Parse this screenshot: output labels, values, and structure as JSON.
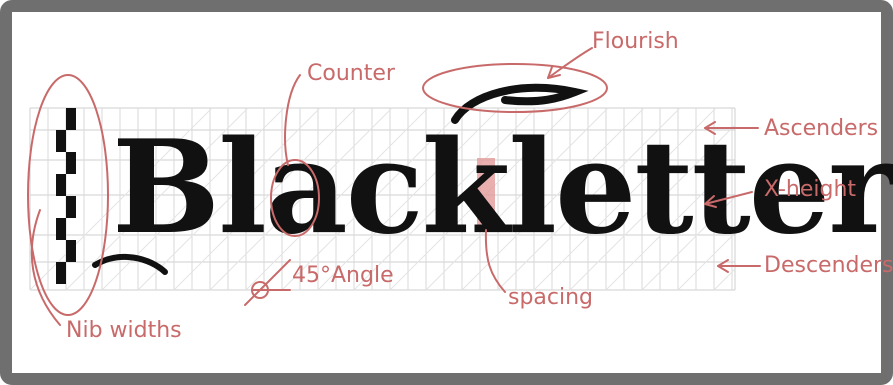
{
  "title": "Blackletter",
  "labels": {
    "counter": "Counter",
    "flourish": "Flourish",
    "ascenders": "Ascenders",
    "x_height": "X-height",
    "descenders": "Descenders",
    "angle": "45°Angle",
    "spacing": "spacing",
    "nib_widths": "Nib widths"
  },
  "colors": {
    "frame": "#6f6f6f",
    "annotation": "#c96a6a",
    "grid": "#cfcfcf",
    "spacing_block": "#e39b9b",
    "ink": "#111111"
  }
}
